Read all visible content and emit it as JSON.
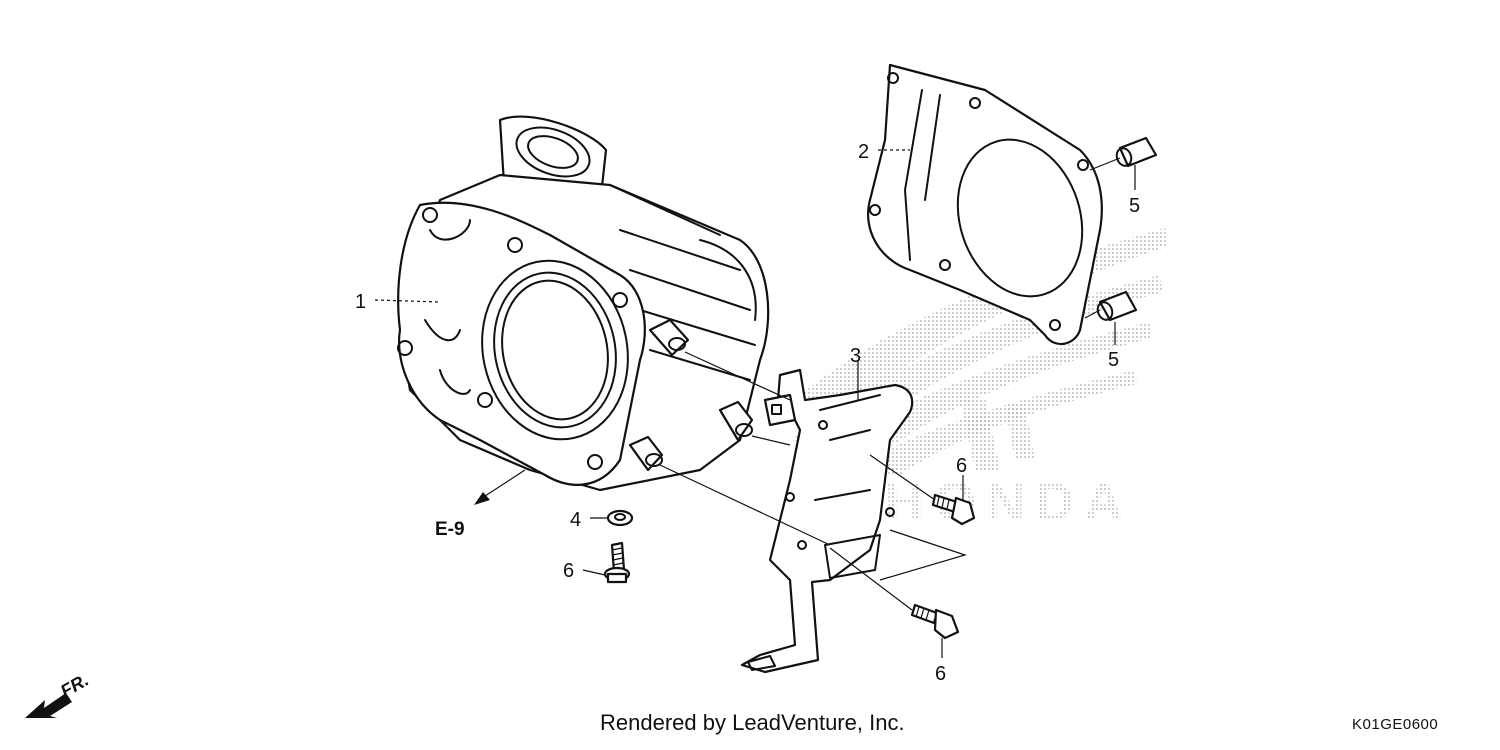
{
  "callouts": {
    "c1": "1",
    "c2": "2",
    "c3": "3",
    "c4": "4",
    "c5a": "5",
    "c5b": "5",
    "c6a": "6",
    "c6b": "6",
    "c6c": "6"
  },
  "reference": "E-9",
  "direction_label": "FR.",
  "watermark": {
    "text": "HONDA",
    "color": "#b8b8b8"
  },
  "footer": {
    "credit": "Rendered by LeadVenture, Inc.",
    "diagram_code": "K01GE0600"
  }
}
